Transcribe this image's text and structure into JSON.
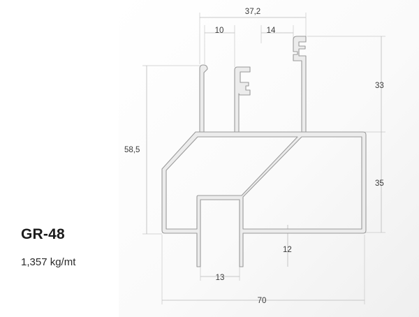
{
  "product": {
    "code": "GR-48",
    "weight": "1,357 kg/mt"
  },
  "dimensions": {
    "top_overall": "37,2",
    "top_left_gap": "10",
    "top_right_gap": "14",
    "right_upper": "33",
    "right_lower": "35",
    "left_height": "58,5",
    "bottom_drop": "12",
    "bottom_stem": "13",
    "bottom_overall": "70"
  },
  "colors": {
    "profile_fill": "#ececec",
    "profile_stroke": "#9a9a9a",
    "background_shade": "#f4f4f4"
  }
}
